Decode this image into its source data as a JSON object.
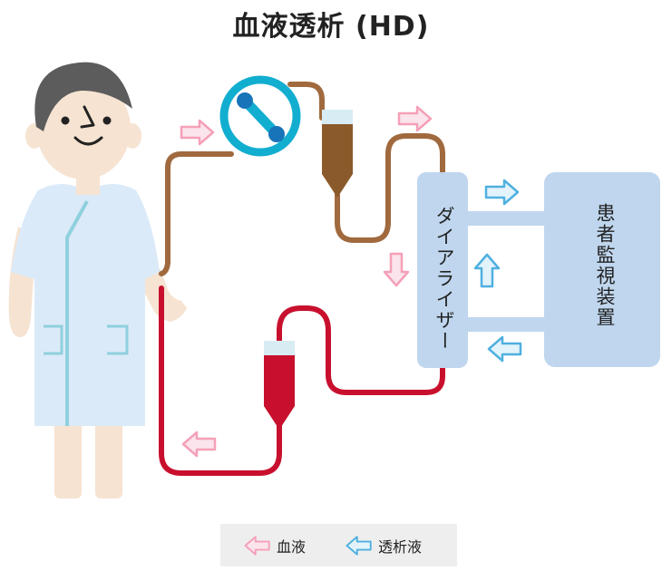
{
  "title": "血液透析 (HD)",
  "dialyzer_label": "ダイアライザー",
  "monitor_label": "患者監視装置",
  "legend": {
    "blood": "血液",
    "dialysate": "透析液"
  },
  "colors": {
    "arterial_line": "#a06a3e",
    "venous_line": "#c8102e",
    "blood_arrow": "#f5a0b8",
    "dialysate_arrow": "#4fb0e0",
    "dialyzer": "#bfd6ee",
    "pump_ring": "#12aed0",
    "gown": "#dbeaf8"
  },
  "icons": {
    "blood_arrow": "arrow-icon-pink",
    "dialysate_arrow": "arrow-icon-blue",
    "pump": "roller-pump-icon"
  }
}
